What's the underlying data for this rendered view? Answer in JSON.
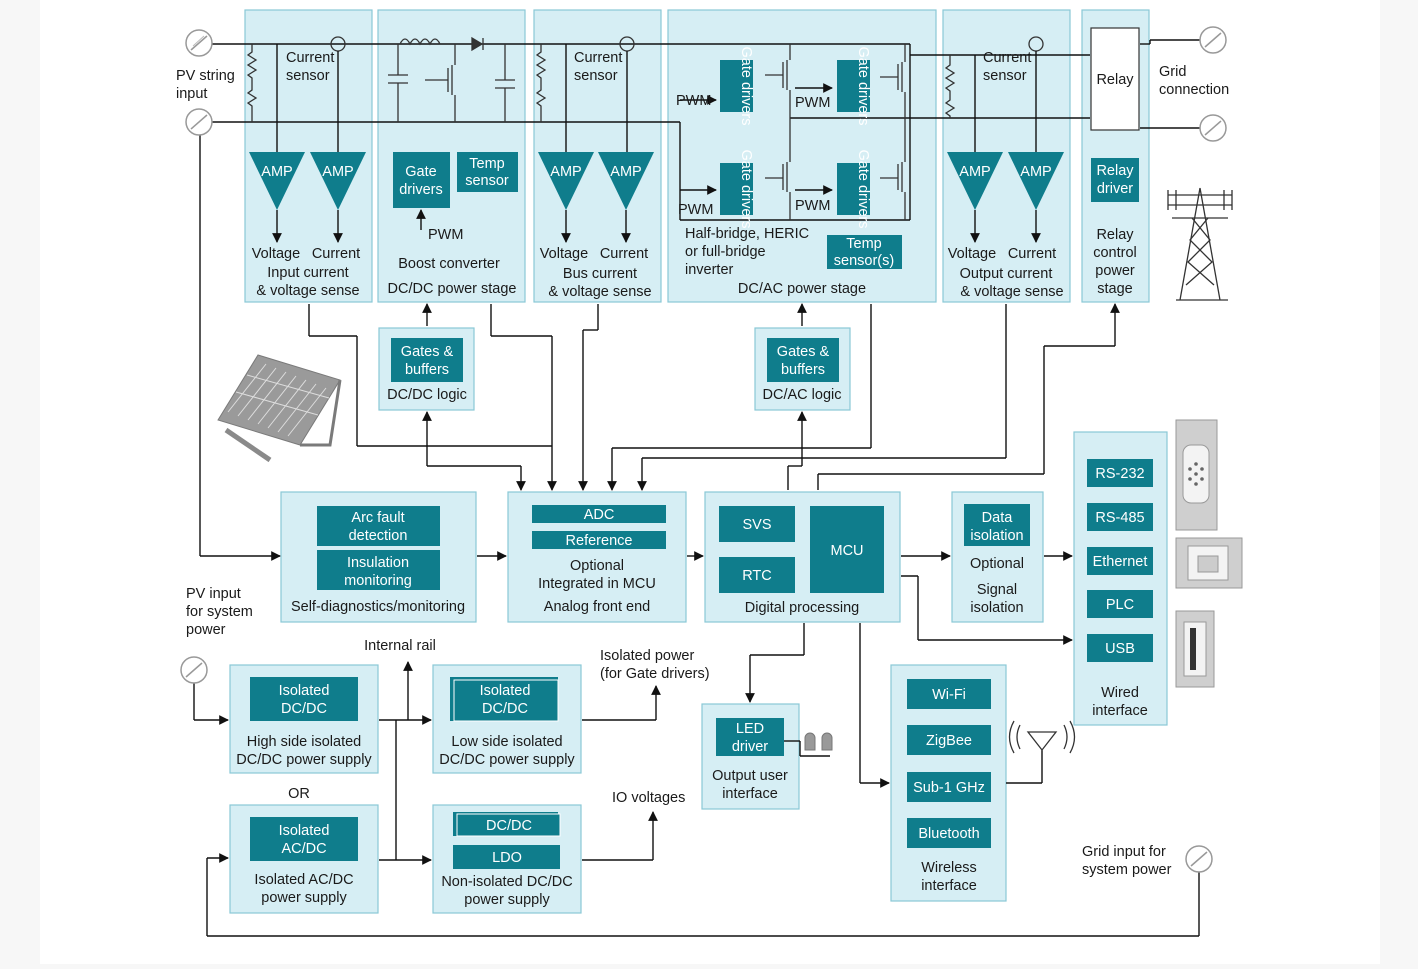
{
  "terminals": {
    "pv_string_input": [
      "PV string",
      "input"
    ],
    "grid_connection": [
      "Grid",
      "connection"
    ],
    "pv_input_system": [
      "PV input",
      "for system",
      "power"
    ],
    "grid_input_system": [
      "Grid input for",
      "system power"
    ]
  },
  "stages": {
    "input_sense": {
      "current_sensor": [
        "Current",
        "sensor"
      ],
      "amp1": "AMP",
      "amp2": "AMP",
      "voltage": "Voltage",
      "current": "Current",
      "caption": [
        "Input current",
        "& voltage sense"
      ]
    },
    "boost": {
      "gate_drivers": [
        "Gate",
        "drivers"
      ],
      "temp_sensor": [
        "Temp",
        "sensor"
      ],
      "pwm": "PWM",
      "caption": [
        "Boost converter",
        "DC/DC power stage"
      ]
    },
    "bus_sense": {
      "current_sensor": [
        "Current",
        "sensor"
      ],
      "amp1": "AMP",
      "amp2": "AMP",
      "voltage": "Voltage",
      "current": "Current",
      "caption": [
        "Bus current",
        "& voltage sense"
      ]
    },
    "inverter": {
      "gate_drivers": "Gate drivers",
      "pwm": "PWM",
      "description": [
        "Half-bridge, HERIC",
        "or full-bridge",
        "inverter"
      ],
      "temp_sensors": [
        "Temp",
        "sensor(s)"
      ],
      "caption": "DC/AC power stage"
    },
    "output_sense": {
      "current_sensor": [
        "Current",
        "sensor"
      ],
      "amp1": "AMP",
      "amp2": "AMP",
      "voltage": "Voltage",
      "current": "Current",
      "caption": [
        "Output current",
        "& voltage sense"
      ]
    },
    "relay": {
      "relay": "Relay",
      "driver": [
        "Relay",
        "driver"
      ],
      "caption": [
        "Relay",
        "control",
        "power",
        "stage"
      ]
    }
  },
  "logic": {
    "dcdc": {
      "block": [
        "Gates &",
        "buffers"
      ],
      "caption": "DC/DC logic"
    },
    "dcac": {
      "block": [
        "Gates &",
        "buffers"
      ],
      "caption": "DC/AC logic"
    }
  },
  "self_diag": {
    "arc_fault": [
      "Arc fault",
      "detection"
    ],
    "insulation": [
      "Insulation",
      "monitoring"
    ],
    "caption": "Self-diagnostics/monitoring"
  },
  "afe": {
    "adc": "ADC",
    "reference": "Reference",
    "caption": [
      "Optional",
      "Integrated in MCU",
      "Analog front end"
    ]
  },
  "digital": {
    "svs": "SVS",
    "rtc": "RTC",
    "mcu": "MCU",
    "caption": "Digital processing"
  },
  "isolation": {
    "block": [
      "Data",
      "isolation"
    ],
    "caption": [
      "Optional",
      "Signal",
      "isolation"
    ]
  },
  "wired": {
    "items": [
      "RS-232",
      "RS-485",
      "Ethernet",
      "PLC",
      "USB"
    ],
    "caption": [
      "Wired",
      "interface"
    ]
  },
  "wireless": {
    "items": [
      "Wi-Fi",
      "ZigBee",
      "Sub-1 GHz",
      "Bluetooth"
    ],
    "caption": [
      "Wireless",
      "interface"
    ]
  },
  "power": {
    "internal_rail": "Internal rail",
    "isolated_power": [
      "Isolated power",
      "(for Gate drivers)"
    ],
    "io_voltages": "IO voltages",
    "or": "OR",
    "high_side": {
      "block": [
        "Isolated",
        "DC/DC"
      ],
      "caption": [
        "High side isolated",
        "DC/DC power supply"
      ]
    },
    "low_side": {
      "block": [
        "Isolated",
        "DC/DC"
      ],
      "caption": [
        "Low side isolated",
        "DC/DC power supply"
      ]
    },
    "acdc": {
      "block": [
        "Isolated",
        "AC/DC"
      ],
      "caption": [
        "Isolated AC/DC",
        "power supply"
      ]
    },
    "nonisolated": {
      "dcdc": "DC/DC",
      "ldo": "LDO",
      "caption": [
        "Non-isolated DC/DC",
        "power supply"
      ]
    }
  },
  "output_ui": {
    "block": [
      "LED",
      "driver"
    ],
    "caption": [
      "Output user",
      "interface"
    ]
  }
}
